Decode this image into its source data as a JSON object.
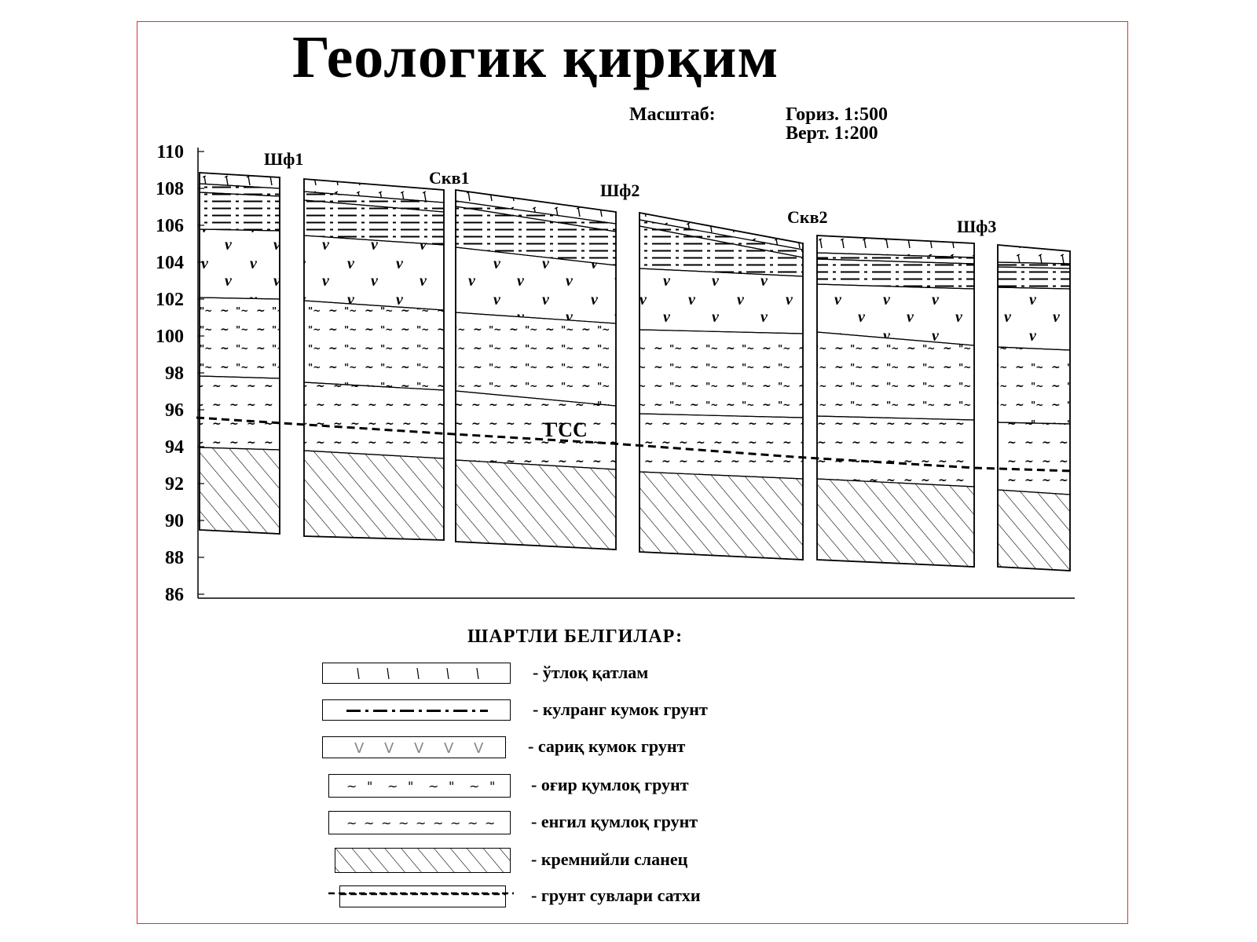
{
  "title": "Геологик қирқим",
  "scale": {
    "label": "Масштаб:",
    "horizontal": "Гориз. 1:500",
    "vertical": "Верт.   1:200"
  },
  "y_axis_labels": [
    "110",
    "108",
    "106",
    "104",
    "102",
    "100",
    "98",
    "96",
    "94",
    "92",
    "90",
    "88",
    "86"
  ],
  "borehole_labels": [
    "Шф1",
    "Скв1",
    "Шф2",
    "Скв2",
    "Шф3"
  ],
  "groundwater_label": "ГСС",
  "legend": {
    "title": "ШАРТЛИ БЕЛГИЛАР:",
    "items": [
      {
        "pattern": "grass-icon",
        "label": "- ўтлоқ қатлам"
      },
      {
        "pattern": "dash-dot-line-icon",
        "label": "- кулранг кумок грунт"
      },
      {
        "pattern": "v-mark-icon",
        "label": "- сариқ кумок грунт"
      },
      {
        "pattern": "tilde-quote-icon",
        "label": "- оғир қумлоқ грунт"
      },
      {
        "pattern": "tilde-icon",
        "label": "- енгил қумлоқ грунт"
      },
      {
        "pattern": "hatch-icon",
        "label": "- кремнийли сланец"
      },
      {
        "pattern": "dashed-line-icon",
        "label": "- грунт сувлари сатхи"
      }
    ]
  },
  "colors": {
    "frame": "#e03030",
    "ink": "#000000"
  }
}
